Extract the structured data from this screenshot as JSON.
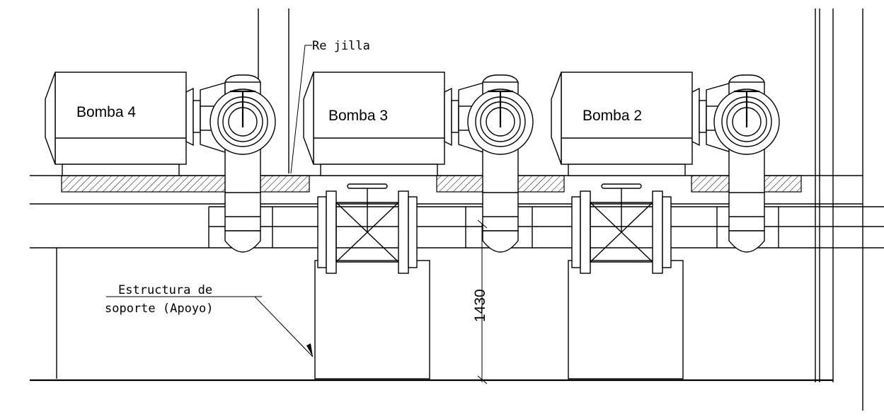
{
  "labels": {
    "pump4": "Bomba 4",
    "pump3": "Bomba 3",
    "pump2": "Bomba 2",
    "grille": "Re jilla",
    "structure_line1": "Estructura de",
    "structure_line2": "soporte (Apoyo)",
    "dimension": "1430"
  }
}
